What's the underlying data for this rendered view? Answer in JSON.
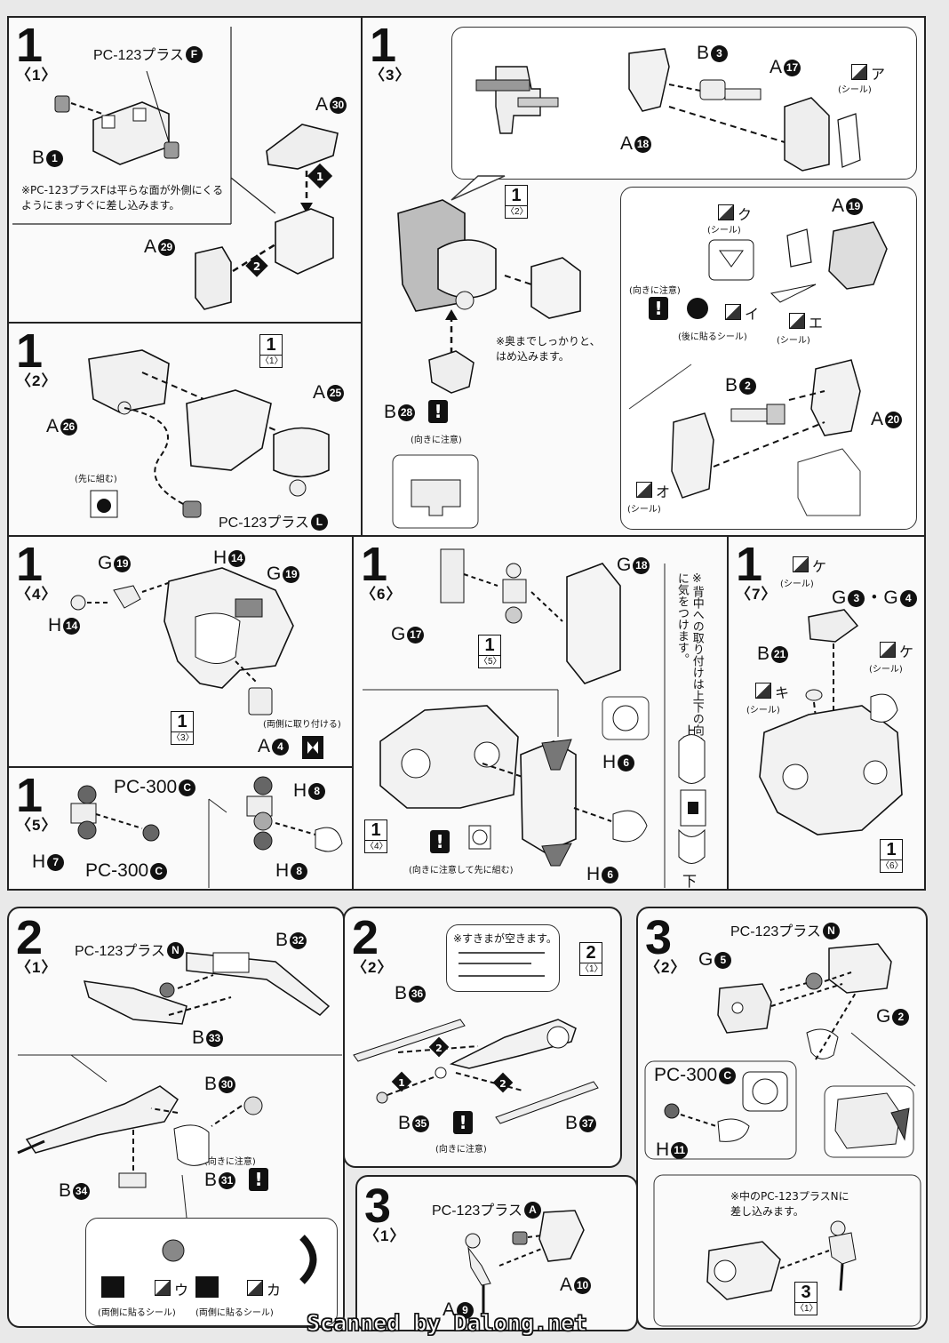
{
  "page": {
    "watermark": "Scanned by Dalong.net"
  },
  "steps": {
    "s1_1": {
      "num": "1",
      "sub": "〈1〉",
      "labels": {
        "pc": "PC-123プラス",
        "pc_mark": "F",
        "b1": "B",
        "b1n": "1",
        "a30": "A",
        "a30n": "30",
        "a29": "A",
        "a29n": "29"
      },
      "note": [
        "※PC-123プラスFは平らな面が外側にくる",
        "ようにまっすぐに差し込みます。"
      ],
      "order": [
        "1",
        "2"
      ]
    },
    "s1_2": {
      "num": "1",
      "sub": "〈2〉",
      "labels": {
        "a26": "A",
        "a26n": "26",
        "a25": "A",
        "a25n": "25",
        "pc": "PC-123プラス",
        "pc_mark": "L"
      },
      "ref": {
        "n": "1",
        "s": "〈1〉"
      },
      "note": "(先に組む)"
    },
    "s1_3": {
      "num": "1",
      "sub": "〈3〉",
      "labels": {
        "b3": "B",
        "b3n": "3",
        "a17": "A",
        "a17n": "17",
        "a18": "A",
        "a18n": "18",
        "a19": "A",
        "a19n": "19",
        "b2": "B",
        "b2n": "2",
        "a20": "A",
        "a20n": "20",
        "b28": "B",
        "b28n": "28"
      },
      "seals": {
        "a": "ア",
        "ku": "ク",
        "i": "イ",
        "e": "エ",
        "o": "オ",
        "seal": "(シール)"
      },
      "ref": {
        "n": "1",
        "s": "〈2〉"
      },
      "note": [
        "※奥までしっかりと、",
        "はめ込みます。"
      ],
      "caution": "(向きに注意)",
      "after_seal": "(後に貼るシール)"
    },
    "s1_4": {
      "num": "1",
      "sub": "〈4〉",
      "labels": {
        "g19a": "G",
        "g19an": "19",
        "h14a": "H",
        "h14an": "14",
        "g19b": "G",
        "g19bn": "19",
        "h14b": "H",
        "h14bn": "14",
        "a4": "A",
        "a4n": "4"
      },
      "ref": {
        "n": "1",
        "s": "〈3〉"
      },
      "note": "(両側に取り付ける)"
    },
    "s1_5": {
      "num": "1",
      "sub": "〈5〉",
      "labels": {
        "pc1": "PC-300",
        "pc1m": "C",
        "pc2": "PC-300",
        "pc2m": "C",
        "h7": "H",
        "h7n": "7",
        "h8a": "H",
        "h8an": "8",
        "h8b": "H",
        "h8bn": "8"
      }
    },
    "s1_6": {
      "num": "1",
      "sub": "〈6〉",
      "labels": {
        "g18": "G",
        "g18n": "18",
        "g17": "G",
        "g17n": "17",
        "h6a": "H",
        "h6an": "6",
        "h6b": "H",
        "h6bn": "6"
      },
      "ref1": {
        "n": "1",
        "s": "〈5〉"
      },
      "ref2": {
        "n": "1",
        "s": "〈4〉"
      },
      "note": "(向きに注意して先に組む)",
      "side_note": "※背中への取り付けは上下の向きに気をつけます。",
      "up": "上",
      "down": "下"
    },
    "s1_7": {
      "num": "1",
      "sub": "〈7〉",
      "labels": {
        "g34": "G",
        "g3n": "3",
        "dot": "・",
        "g4": "G",
        "g4n": "4",
        "b21": "B",
        "b21n": "21"
      },
      "seals": {
        "ke": "ケ",
        "ki": "キ",
        "seal": "(シール)"
      },
      "ref": {
        "n": "1",
        "s": "〈6〉"
      }
    },
    "s2_1": {
      "num": "2",
      "sub": "〈1〉",
      "labels": {
        "pc": "PC-123プラス",
        "pc_mark": "N",
        "b32": "B",
        "b32n": "32",
        "b33": "B",
        "b33n": "33",
        "b30": "B",
        "b30n": "30",
        "b31": "B",
        "b31n": "31",
        "b34": "B",
        "b34n": "34"
      },
      "caution": "(向きに注意)",
      "seals": {
        "u": "ウ",
        "ka": "カ",
        "both": "(両側に貼るシール)"
      }
    },
    "s2_2": {
      "num": "2",
      "sub": "〈2〉",
      "labels": {
        "b36": "B",
        "b36n": "36",
        "b35": "B",
        "b35n": "35",
        "b37": "B",
        "b37n": "37"
      },
      "ref": {
        "n": "2",
        "s": "〈1〉"
      },
      "note": "※すきまが空きます。",
      "caution": "(向きに注意)",
      "order": [
        "1",
        "2",
        "2"
      ]
    },
    "s3_1": {
      "num": "3",
      "sub": "〈1〉",
      "labels": {
        "pc": "PC-123プラス",
        "pc_mark": "A",
        "a10": "A",
        "a10n": "10",
        "a9": "A",
        "a9n": "9"
      }
    },
    "s3_2": {
      "num": "3",
      "sub": "〈2〉",
      "labels": {
        "pc": "PC-123プラス",
        "pc_mark": "N",
        "g5": "G",
        "g5n": "5",
        "g2": "G",
        "g2n": "2",
        "pc300": "PC-300",
        "pc300m": "C",
        "h11": "H",
        "h11n": "11"
      },
      "note": [
        "※中のPC-123プラスNに",
        "差し込みます。"
      ],
      "ref": {
        "n": "3",
        "s": "〈1〉"
      }
    }
  }
}
